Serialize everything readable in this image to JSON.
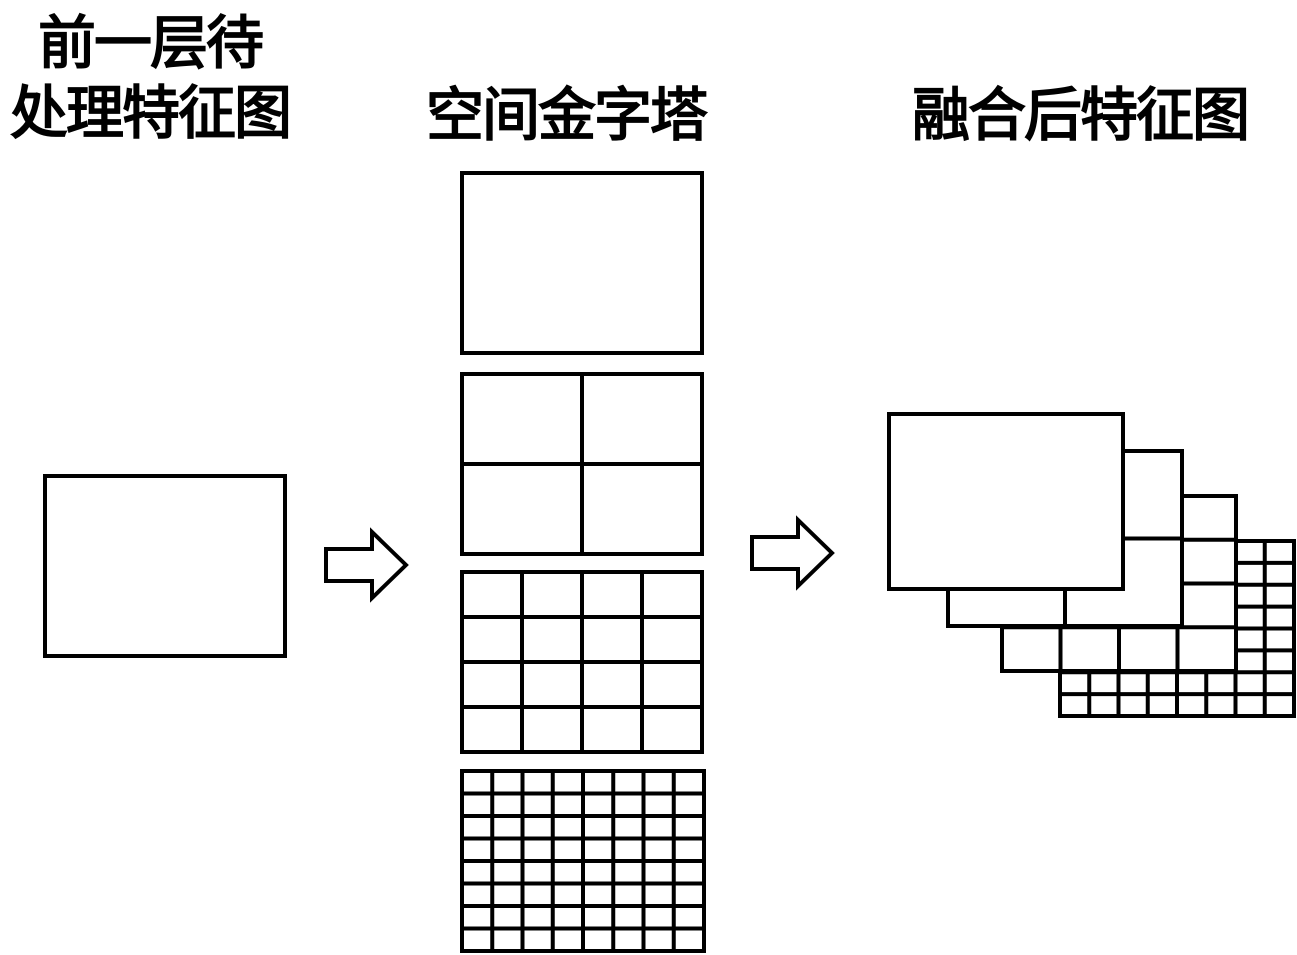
{
  "labels": {
    "input_line1": "前一层待",
    "input_line2": "处理特征图",
    "pyramid": "空间金字塔",
    "fused": "融合后特征图"
  },
  "colors": {
    "stroke": "#000000",
    "fill": "#ffffff",
    "background": "#ffffff"
  },
  "pyramid_levels": [
    {
      "name": "level-1x1",
      "grid": 1
    },
    {
      "name": "level-2x2",
      "grid": 2
    },
    {
      "name": "level-4x4",
      "grid": 4
    },
    {
      "name": "level-8x8",
      "grid": 8
    }
  ],
  "fused_stack": [
    {
      "name": "stack-layer-8x8",
      "grid": 8
    },
    {
      "name": "stack-layer-4x4",
      "grid": 4
    },
    {
      "name": "stack-layer-2x2",
      "grid": 2
    },
    {
      "name": "stack-layer-1x1",
      "grid": 1
    }
  ],
  "arrows": [
    {
      "name": "arrow-to-pyramid",
      "direction": "right"
    },
    {
      "name": "arrow-to-fused",
      "direction": "right"
    }
  ]
}
